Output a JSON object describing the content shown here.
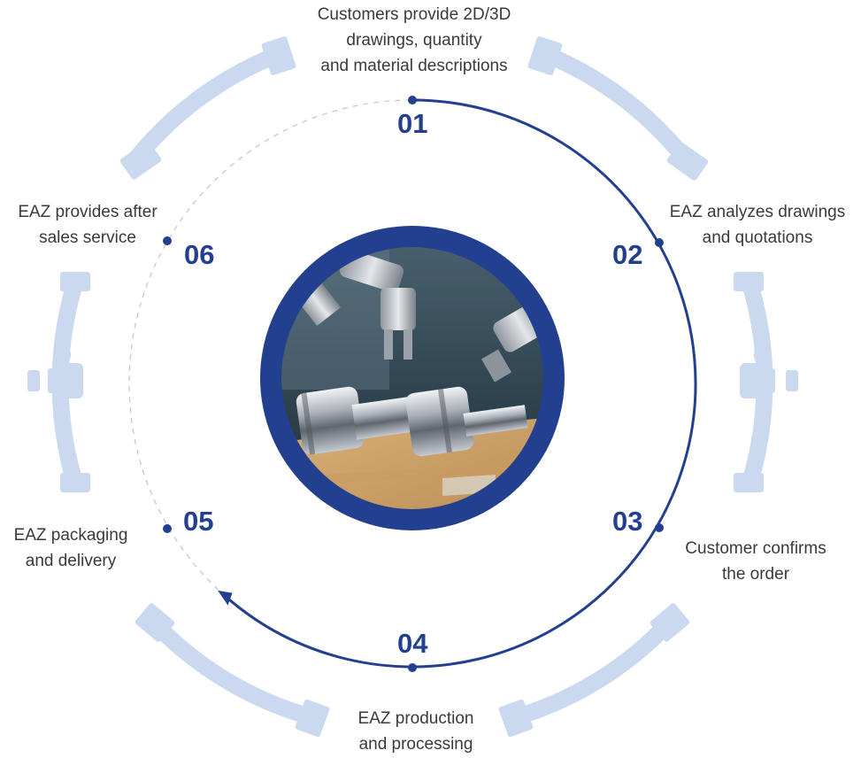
{
  "colors": {
    "primary": "#233f8f",
    "deco": "#cbd9f0",
    "dashed": "#c9c9c9",
    "text": "#3a3a3a"
  },
  "center_image": {
    "icon": "cnc-machined-shaft-with-robotic-arms-photo"
  },
  "steps": [
    {
      "number": "01",
      "lines": [
        "Customers provide 2D/3D",
        "drawings, quantity",
        "and material descriptions"
      ]
    },
    {
      "number": "02",
      "lines": [
        "EAZ analyzes drawings",
        "and quotations"
      ]
    },
    {
      "number": "03",
      "lines": [
        "Customer confirms",
        "the order"
      ]
    },
    {
      "number": "04",
      "lines": [
        "EAZ production",
        "and processing"
      ]
    },
    {
      "number": "05",
      "lines": [
        "EAZ packaging",
        "and delivery"
      ]
    },
    {
      "number": "06",
      "lines": [
        "EAZ provides after",
        "sales service"
      ]
    }
  ]
}
